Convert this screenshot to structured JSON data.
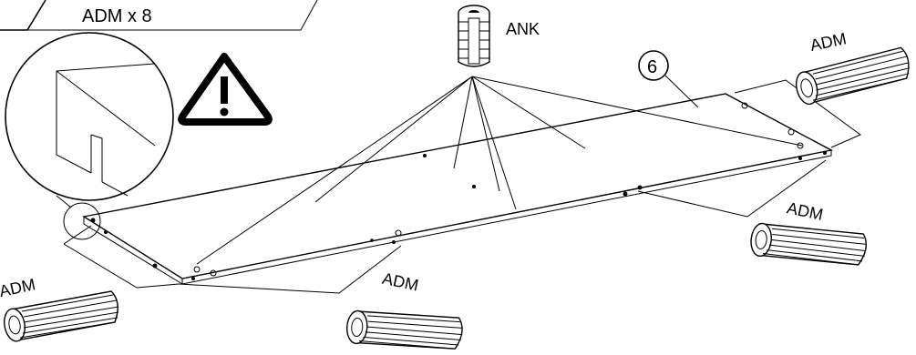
{
  "header": {
    "quantity_label": "ADM x 8"
  },
  "parts": {
    "anchor_label": "ANK",
    "dowel_label": "ADM",
    "panel_number": "6"
  },
  "icons": {
    "warning": "warning-triangle-icon",
    "detail": "magnified-notch-detail"
  },
  "dowel_labels": [
    "ADM",
    "ADM",
    "ADM",
    "ADM"
  ]
}
